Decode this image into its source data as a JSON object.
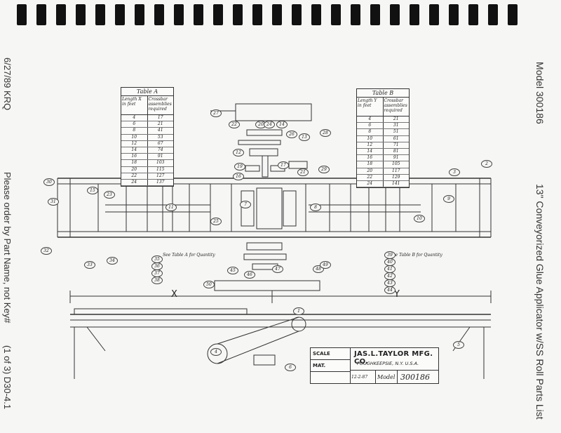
{
  "side_left": {
    "date": "6/27/89 KRQ",
    "instruction": "Please order by Part Name, not Key#",
    "page_ref": "(1 of 3) D30-4.1"
  },
  "side_right": {
    "model": "Model 300186",
    "title": "13\" Conveyorized Glue Applicator w/SS Roll  Parts List"
  },
  "table_a": {
    "title": "Table A",
    "col1": "Length X in feet",
    "col2": "Crossbar assemblies required",
    "rows": [
      [
        "4",
        "17"
      ],
      [
        "6",
        "21"
      ],
      [
        "8",
        "41"
      ],
      [
        "10",
        "53"
      ],
      [
        "12",
        "67"
      ],
      [
        "14",
        "74"
      ],
      [
        "16",
        "91"
      ],
      [
        "18",
        "103"
      ],
      [
        "20",
        "115"
      ],
      [
        "22",
        "127"
      ],
      [
        "24",
        "137"
      ]
    ]
  },
  "table_b": {
    "title": "Table B",
    "col1": "Length Y in feet",
    "col2": "Crossbar assemblies required",
    "rows": [
      [
        "4",
        "21"
      ],
      [
        "6",
        "31"
      ],
      [
        "8",
        "51"
      ],
      [
        "10",
        "61"
      ],
      [
        "12",
        "71"
      ],
      [
        "14",
        "81"
      ],
      [
        "16",
        "91"
      ],
      [
        "18",
        "105"
      ],
      [
        "20",
        "117"
      ],
      [
        "22",
        "129"
      ],
      [
        "24",
        "141"
      ]
    ]
  },
  "notes": {
    "table_a_ref": "See Table A for Quantity",
    "table_b_ref": "See Table B for Quantity"
  },
  "dimensions": {
    "x": "X",
    "y": "Y"
  },
  "title_block": {
    "scale_label": "SCALE",
    "mat_label": "MAT.",
    "company": "JAS.L.TAYLOR MFG. CO.",
    "city": "POUGHKEEPSIE, N.Y. U.S.A.",
    "date": "12-2-87",
    "model_label": "Model",
    "model": "300186"
  },
  "callouts": [
    "27",
    "22",
    "20",
    "24",
    "14",
    "13",
    "12",
    "19",
    "16",
    "17",
    "21",
    "15",
    "23",
    "25",
    "26",
    "28",
    "29",
    "30",
    "31",
    "32",
    "33",
    "34",
    "35",
    "36",
    "37",
    "38",
    "39",
    "40",
    "41",
    "42",
    "43",
    "44",
    "45",
    "46",
    "47",
    "48",
    "49",
    "50",
    "1",
    "2",
    "3",
    "4",
    "5",
    "6",
    "7",
    "8",
    "9",
    "10",
    "11"
  ]
}
